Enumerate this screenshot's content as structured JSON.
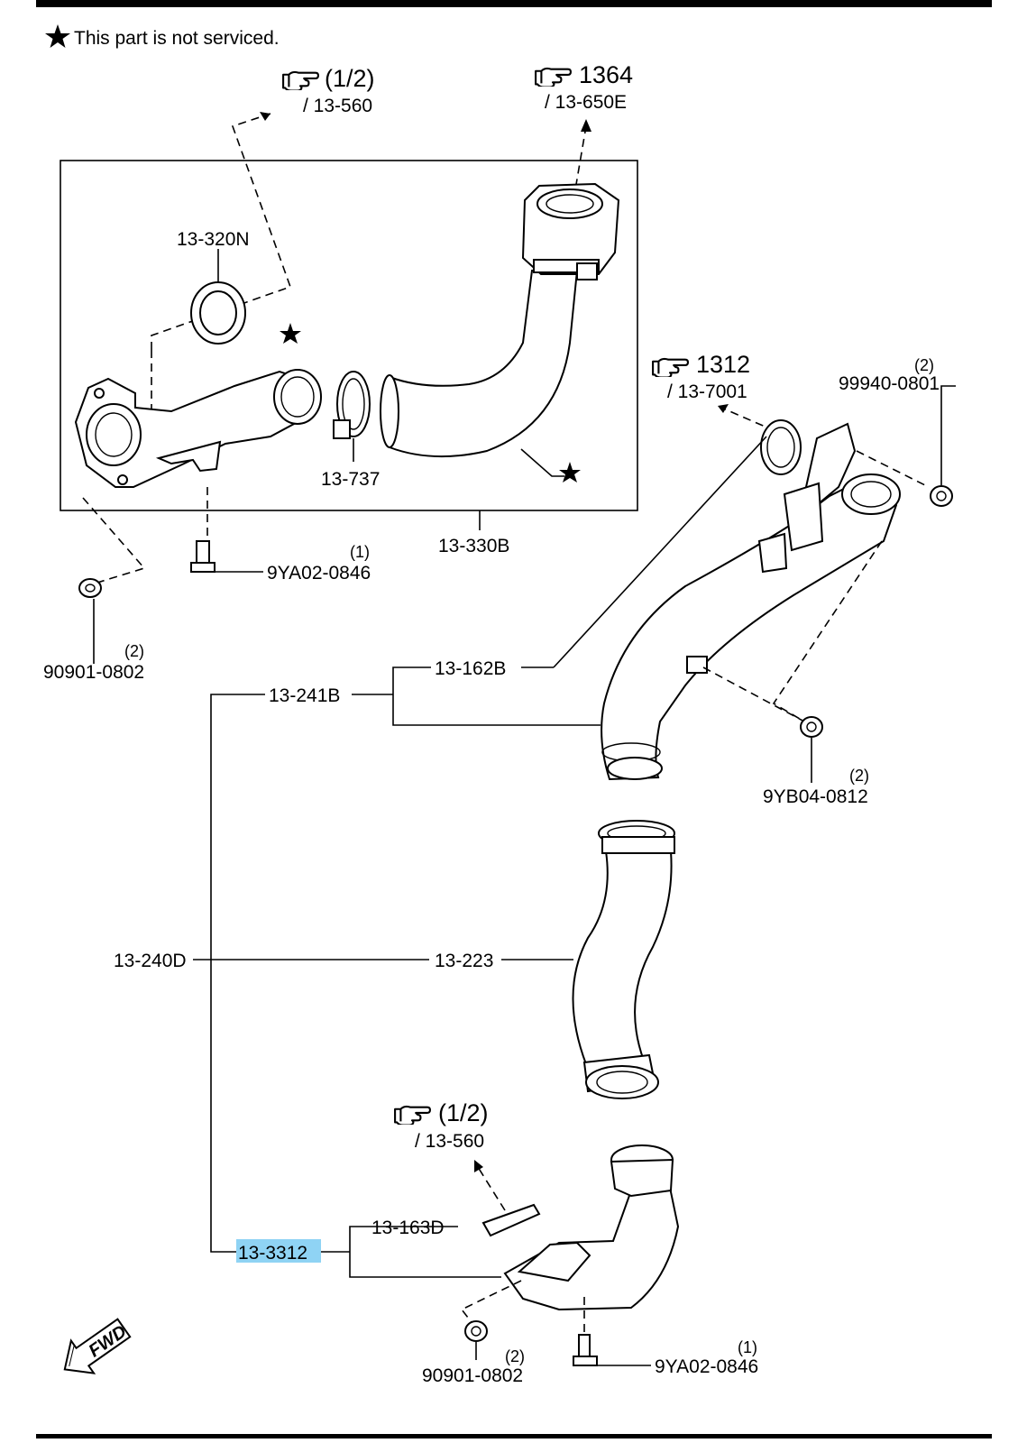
{
  "note": {
    "text": "This part is not serviced.",
    "icon": "star-icon"
  },
  "references": [
    {
      "id": "ref-top-left",
      "page": "(1/2)",
      "fig": "/ 13-560"
    },
    {
      "id": "ref-top-right",
      "page": "1364",
      "fig": "/ 13-650E"
    },
    {
      "id": "ref-mid-right",
      "page": "1312",
      "fig": "/ 13-7001"
    },
    {
      "id": "ref-bottom",
      "page": "(1/2)",
      "fig": "/ 13-560"
    }
  ],
  "parts": {
    "p13_320N": "13-320N",
    "p13_737": "13-737",
    "p13_330B": "13-330B",
    "p9YA02_0846_top": "9YA02-0846",
    "p9YA02_0846_top_qty": "(1)",
    "p90901_0802_top": "90901-0802",
    "p90901_0802_top_qty": "(2)",
    "p99940_0801": "99940-0801",
    "p99940_0801_qty": "(2)",
    "p13_162B": "13-162B",
    "p13_241B": "13-241B",
    "p9YB04_0812": "9YB04-0812",
    "p9YB04_0812_qty": "(2)",
    "p13_240D": "13-240D",
    "p13_223": "13-223",
    "p13_163D": "13-163D",
    "p13_3312": "13-3312",
    "p90901_0802_bottom": "90901-0802",
    "p90901_0802_bottom_qty": "(2)",
    "p9YA02_0846_bottom": "9YA02-0846",
    "p9YA02_0846_bottom_qty": "(1)"
  },
  "fwd_label": "FWD",
  "highlight_color": "#8fd3f4"
}
